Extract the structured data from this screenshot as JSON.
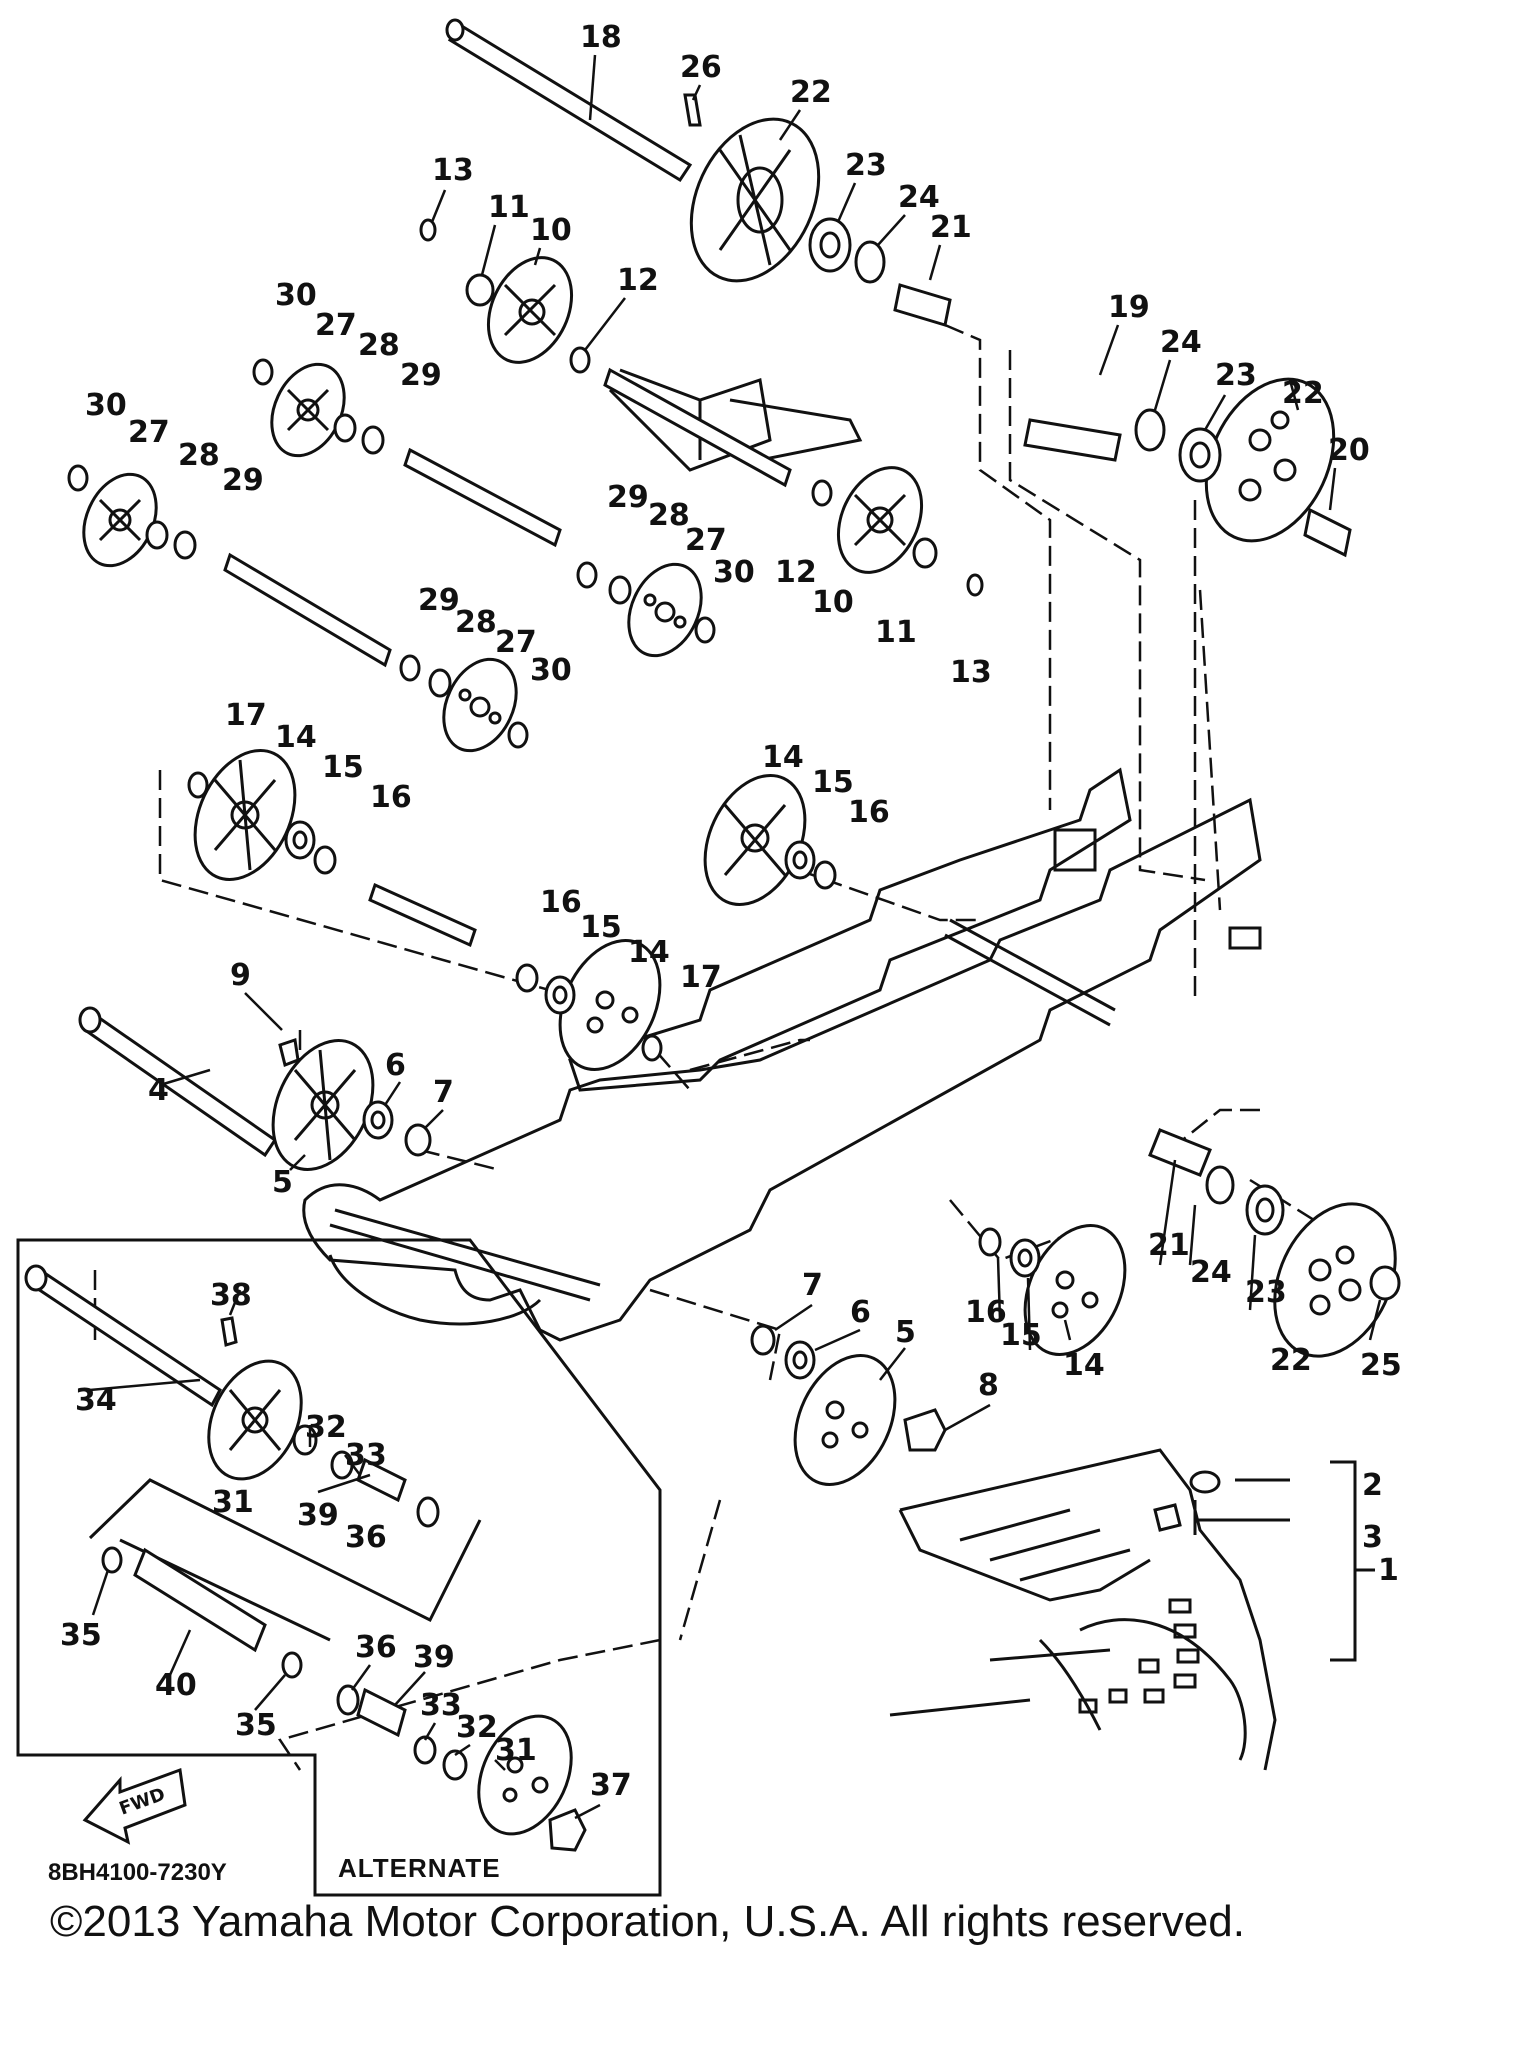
{
  "diagram": {
    "part_code": "8BH4100-7230Y",
    "alternate_label": "ALTERNATE",
    "fwd_label": "FWD",
    "copyright": "©2013 Yamaha Motor Corporation, U.S.A. All rights reserved.",
    "callouts": {
      "c1": "1",
      "c2": "2",
      "c3": "3",
      "c4": "4",
      "c5a": "5",
      "c5b": "5",
      "c6a": "6",
      "c6b": "6",
      "c7a": "7",
      "c7b": "7",
      "c8": "8",
      "c9": "9",
      "c10a": "10",
      "c10b": "10",
      "c11a": "11",
      "c11b": "11",
      "c12a": "12",
      "c12b": "12",
      "c13a": "13",
      "c13b": "13",
      "c14a": "14",
      "c14b": "14",
      "c14c": "14",
      "c14d": "14",
      "c15a": "15",
      "c15b": "15",
      "c15c": "15",
      "c15d": "15",
      "c16a": "16",
      "c16b": "16",
      "c16c": "16",
      "c16d": "16",
      "c17a": "17",
      "c17b": "17",
      "c18": "18",
      "c19": "19",
      "c20": "20",
      "c21a": "21",
      "c21b": "21",
      "c22a": "22",
      "c22b": "22",
      "c22c": "22",
      "c23a": "23",
      "c23b": "23",
      "c23c": "23",
      "c24a": "24",
      "c24b": "24",
      "c24c": "24",
      "c25": "25",
      "c26": "26",
      "c27a": "27",
      "c27b": "27",
      "c27c": "27",
      "c27d": "27",
      "c28a": "28",
      "c28b": "28",
      "c28c": "28",
      "c28d": "28",
      "c29a": "29",
      "c29b": "29",
      "c29c": "29",
      "c29d": "29",
      "c30a": "30",
      "c30b": "30",
      "c30c": "30",
      "c30d": "30",
      "c31a": "31",
      "c31b": "31",
      "c32a": "32",
      "c32b": "32",
      "c33a": "33",
      "c33b": "33",
      "c34": "34",
      "c35a": "35",
      "c35b": "35",
      "c36a": "36",
      "c36b": "36",
      "c37": "37",
      "c38": "38",
      "c39a": "39",
      "c39b": "39",
      "c40": "40"
    }
  }
}
